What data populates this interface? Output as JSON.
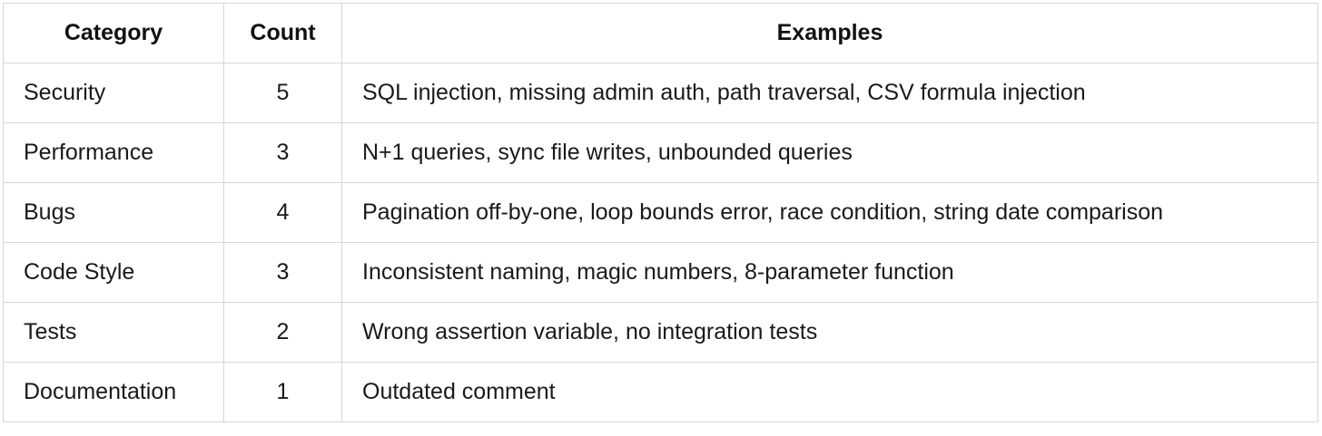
{
  "table": {
    "headers": [
      "Category",
      "Count",
      "Examples"
    ],
    "rows": [
      {
        "category": "Security",
        "count": "5",
        "examples": "SQL injection, missing admin auth, path traversal, CSV formula injection"
      },
      {
        "category": "Performance",
        "count": "3",
        "examples": "N+1 queries, sync file writes, unbounded queries"
      },
      {
        "category": "Bugs",
        "count": "4",
        "examples": "Pagination off-by-one, loop bounds error, race condition, string date comparison"
      },
      {
        "category": "Code Style",
        "count": "3",
        "examples": "Inconsistent naming, magic numbers, 8-parameter function"
      },
      {
        "category": "Tests",
        "count": "2",
        "examples": "Wrong assertion variable, no integration tests"
      },
      {
        "category": "Documentation",
        "count": "1",
        "examples": "Outdated comment"
      }
    ]
  }
}
